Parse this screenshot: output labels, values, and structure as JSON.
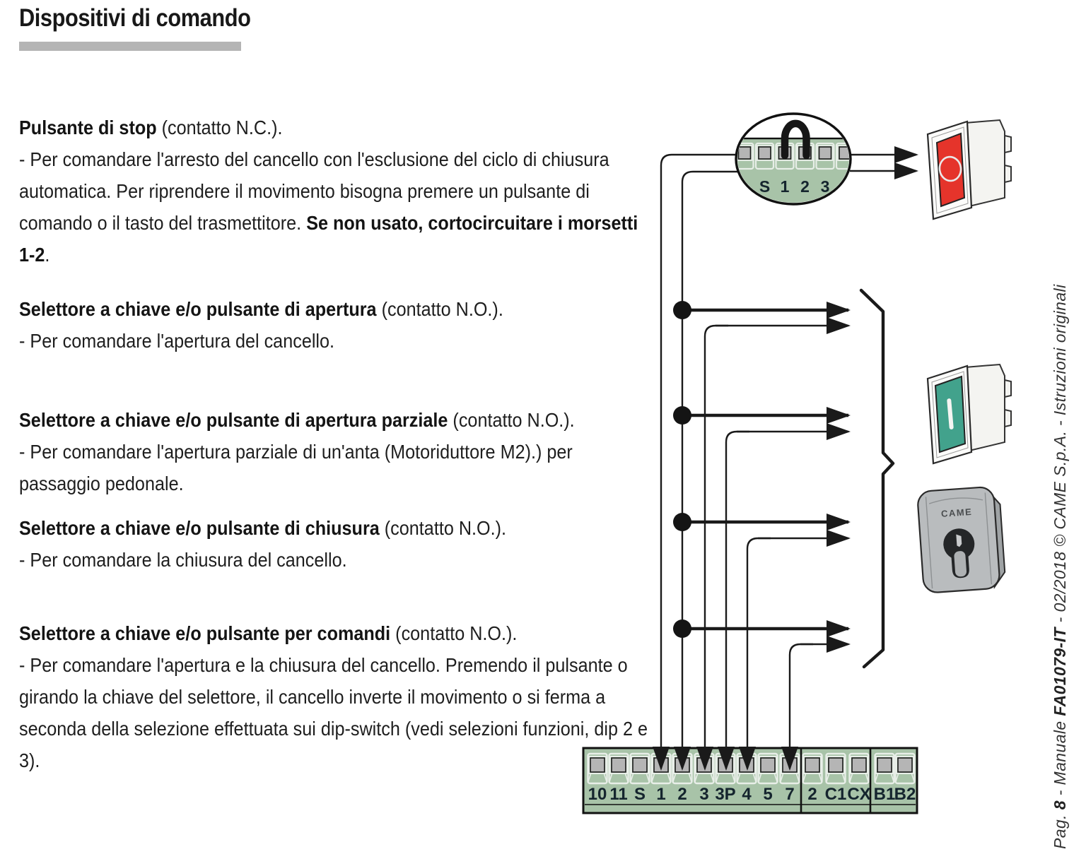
{
  "title": "Dispositivi di comando",
  "sections": [
    {
      "heading_bold": "Pulsante di stop",
      "heading_rest": " (contatto N.C.).",
      "body": [
        "- Per comandare l'arresto del cancello con l'esclusione del ciclo di chiusura automatica. Per riprendere il movimento bisogna premere un pulsante di comando o il tasto del trasmettitore. ",
        "Se non usato, cortocircuitare i morsetti 1-2",
        "."
      ]
    },
    {
      "heading_bold": "Selettore a chiave e/o pulsante di apertura",
      "heading_rest": " (contatto N.O.).",
      "body": [
        "- Per comandare l'apertura del cancello."
      ]
    },
    {
      "heading_bold": "Selettore a chiave e/o pulsante di apertura parziale",
      "heading_rest": " (contatto N.O.).",
      "body": [
        "- Per comandare l'apertura parziale di un'anta (Motoriduttore M2).) per passaggio pedonale."
      ]
    },
    {
      "heading_bold": "Selettore a chiave e/o pulsante di chiusura",
      "heading_rest": " (contatto N.O.).",
      "body": [
        "- Per comandare la chiusura del cancello."
      ]
    },
    {
      "heading_bold": "Selettore a chiave e/o pulsante per comandi",
      "heading_rest": " (contatto N.O.).",
      "body": [
        "- Per comandare l'apertura e la chiusura del cancello. Premendo il pulsante o girando la chiave del selettore, il cancello inverte il movimento o si ferma a seconda della selezione effettuata sui dip-switch (vedi selezioni funzioni, dip 2 e 3)."
      ]
    }
  ],
  "diagram": {
    "oval": {
      "labels": [
        "S",
        "1",
        "2",
        "3"
      ]
    },
    "terminal_block": {
      "group1": [
        "10",
        "11",
        "S",
        "1",
        "2",
        "3",
        "3P",
        "4",
        "5",
        "7"
      ],
      "group2": [
        "2",
        "C1",
        "CX"
      ],
      "group3": [
        "B1",
        "B2"
      ]
    },
    "selector_brand": "CAME",
    "colors": {
      "terminal_green": "#a8c3a8",
      "terminal_gray": "#b5b5b5",
      "stop_red": "#e5342b",
      "open_green": "#42a28c",
      "selector_gray": "#b9bcbe",
      "title_bar_gray": "#b4b4b4"
    }
  },
  "footer": {
    "pre": "Pag. ",
    "page_number": "8",
    "mid": " - Manuale ",
    "manual_code": "FA01079-IT",
    "rest": " - 02/2018 © CAME S.p.A. - Istruzioni originali"
  }
}
